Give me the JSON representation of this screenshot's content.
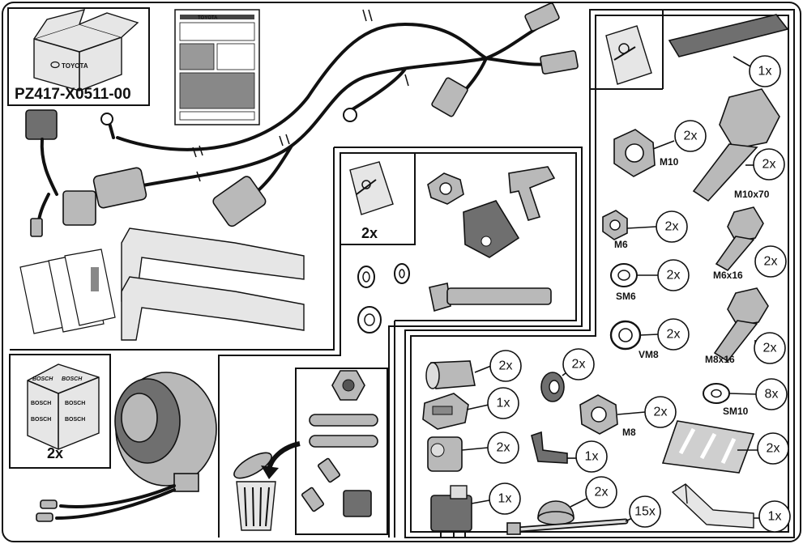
{
  "kit": {
    "part_number": "PZ417-X0511-00",
    "brand": "TOYOTA",
    "horn_brand": "BOSCH"
  },
  "labels": {
    "nut_m10": "M10",
    "bolt_m10x70": "M10x70",
    "nut_m6": "M6",
    "bolt_m6x16": "M6x16",
    "washer_sm6": "SM6",
    "washer_vm8": "VM8",
    "bolt_m8x16": "M8x16",
    "nut_m8": "M8",
    "washer_sm10": "SM10"
  },
  "quantities": {
    "pad": "1x",
    "nut_m10": "2x",
    "bolt_m10x70": "2x",
    "nut_m6": "2x",
    "bolt_m6x16": "2x",
    "washer_sm6": "2x",
    "washer_vm8": "2x",
    "bolt_m8x16": "2x",
    "washer_sm10": "8x",
    "bracket_set": "2x",
    "horn": "2x",
    "sleeve": "2x",
    "grommet": "2x",
    "nut_m8": "2x",
    "connector_a": "1x",
    "connector_b": "2x",
    "clip": "1x",
    "relay": "1x",
    "cap": "2x",
    "cable_tie": "15x",
    "foil": "2x",
    "angle_bracket": "1x"
  }
}
